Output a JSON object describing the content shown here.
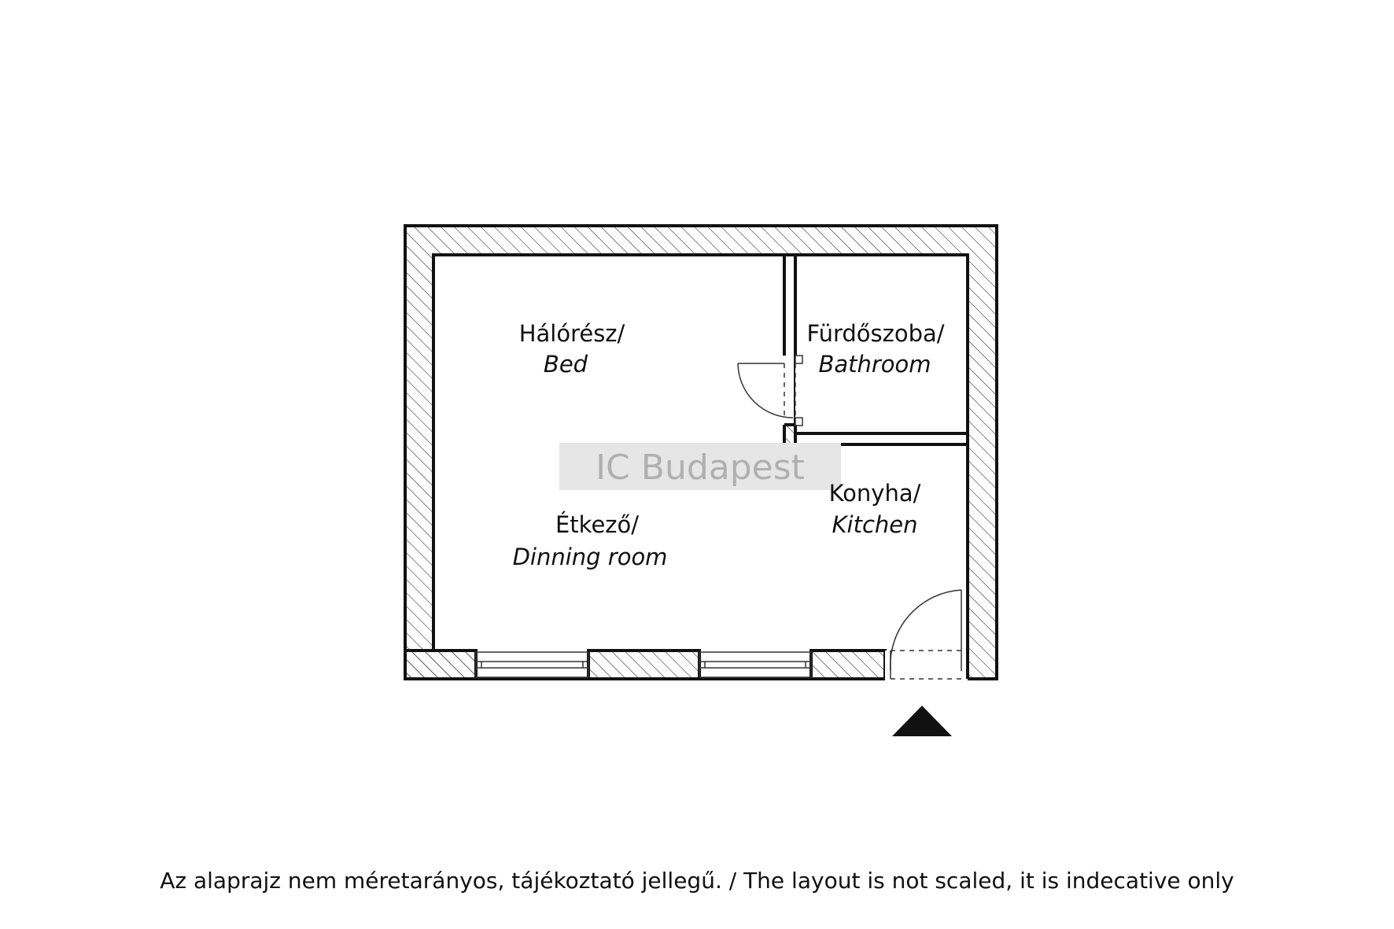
{
  "rooms": {
    "bed": {
      "hu": "Hálórész/",
      "en": "Bed"
    },
    "bathroom": {
      "hu": "Fürdőszoba/",
      "en": "Bathroom"
    },
    "kitchen": {
      "hu": "Konyha/",
      "en": "Kitchen"
    },
    "dining": {
      "hu": "Étkező/",
      "en": "Dinning room"
    }
  },
  "watermark": "IC Budapest",
  "footer": "Az alaprajz nem méretarányos, tájékoztató jellegű. / The layout is not scaled, it is indecative only",
  "colors": {
    "wall": "#111111",
    "watermark_bg": "#e6e6e6"
  }
}
